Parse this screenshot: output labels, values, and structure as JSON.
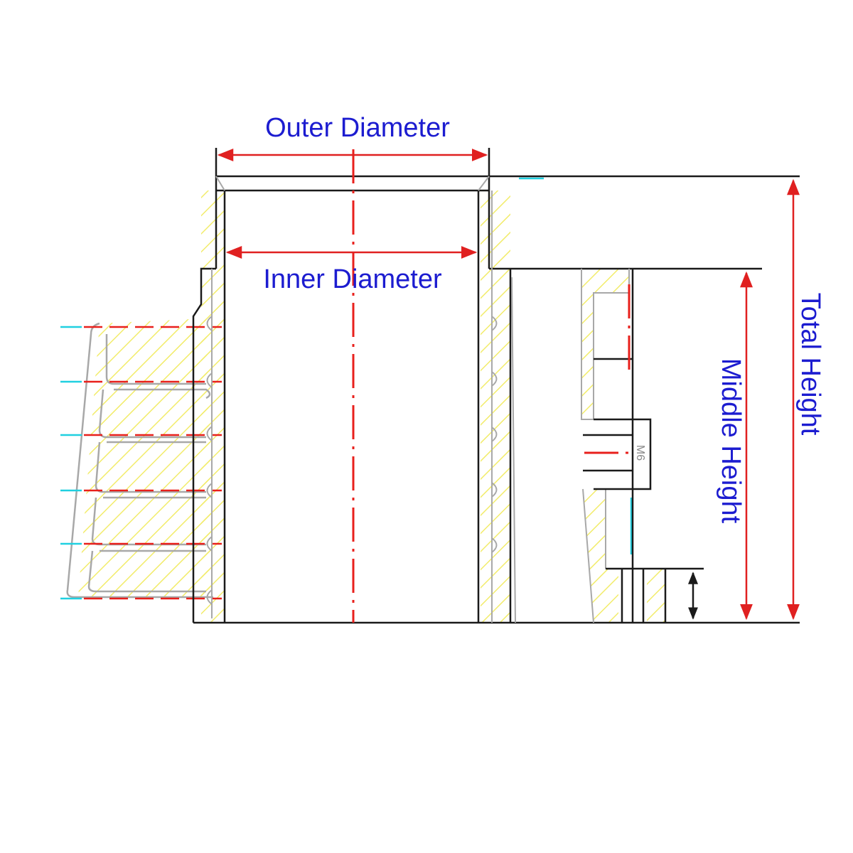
{
  "labels": {
    "outer_diameter": "Outer Diameter",
    "inner_diameter": "Inner Diameter",
    "middle_height": "Middle Height",
    "total_height": "Total Height",
    "thread_callout": "M6"
  },
  "colors": {
    "outline": "#1a1a1a",
    "light_outline": "#a8a8a8",
    "hatch": "#f2ec6a",
    "centerline": "#e8201c",
    "dimension": "#e02020",
    "label": "#1c1cd0",
    "accent_cyan": "#20d0e0"
  }
}
